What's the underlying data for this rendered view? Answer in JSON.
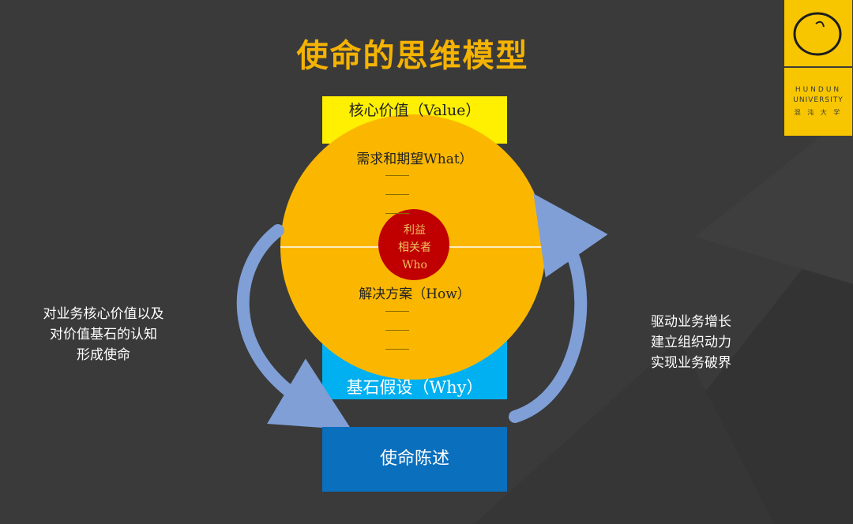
{
  "title": "使命的思维模型",
  "logo": {
    "line1": "HUNDUN",
    "line2": "UNIVERSITY",
    "line3": "混 沌 大 学"
  },
  "diagram": {
    "value_label": "核心价值（Value）",
    "what_label": "需求和期望What）",
    "who_lines": [
      "利益",
      "相关者",
      "Who"
    ],
    "how_label": "解决方案（How）",
    "why_label": "基石假设（Why）",
    "mission_label": "使命陈述",
    "left_text": [
      "对业务核心价值以及",
      "对价值基石的认知",
      "形成使命"
    ],
    "right_text": [
      "驱动业务增长",
      "建立组织动力",
      "实现业务破界"
    ]
  },
  "colors": {
    "background": "#3a3a3a",
    "title": "#f5b301",
    "value_box": "#ffef00",
    "circle": "#fbb700",
    "core": "#c00000",
    "why_box": "#00b0f0",
    "mission_box": "#0a6fbd",
    "arrow": "#7f9fd6"
  }
}
